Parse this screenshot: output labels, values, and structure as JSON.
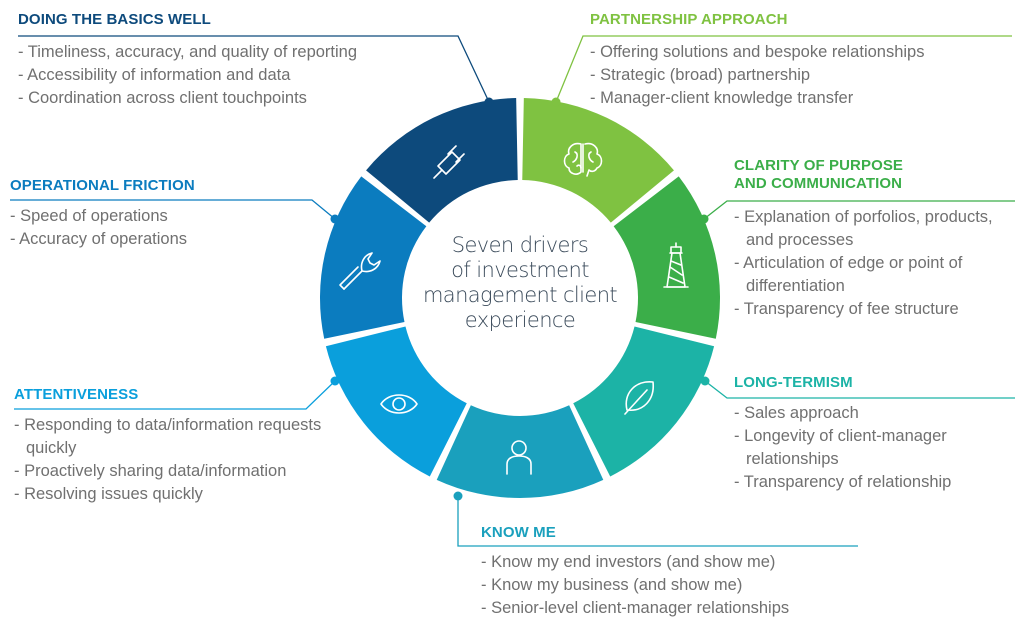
{
  "center": {
    "lines": [
      "Seven drivers",
      "of investment",
      "management client",
      "experience"
    ]
  },
  "colors": {
    "basics": "#0d4a7c",
    "partnership": "#7fc241",
    "clarity": "#3bae49",
    "long_termism": "#1cb3a6",
    "know_me": "#1aa0bd",
    "attentiveness": "#0a9fdc",
    "friction": "#0b7cbf",
    "text_gray": "#707070"
  },
  "drivers": {
    "basics": {
      "title": "DOING THE BASICS WELL",
      "icon": "plug-icon",
      "items": [
        "- Timeliness, accuracy, and quality of reporting",
        "- Accessibility of information and data",
        "- Coordination across client touchpoints"
      ]
    },
    "partnership": {
      "title": "PARTNERSHIP APPROACH",
      "icon": "brain-icon",
      "items": [
        "- Offering solutions and bespoke relationships",
        "- Strategic (broad) partnership",
        "- Manager-client knowledge transfer"
      ]
    },
    "clarity": {
      "title_line1": "CLARITY OF PURPOSE",
      "title_line2": "AND COMMUNICATION",
      "icon": "lighthouse-icon",
      "items": [
        "- Explanation of porfolios, products, and processes",
        "- Articulation of edge or point of differentiation",
        "- Transparency of fee structure"
      ]
    },
    "long_termism": {
      "title": "LONG-TERMISM",
      "icon": "leaf-icon",
      "items": [
        "- Sales approach",
        "- Longevity of client-manager relationships",
        "- Transparency of relationship"
      ]
    },
    "know_me": {
      "title": "KNOW ME",
      "icon": "person-icon",
      "items": [
        "- Know my end investors (and show me)",
        "- Know my business (and show me)",
        "- Senior-level client-manager relationships"
      ]
    },
    "attentiveness": {
      "title": "ATTENTIVENESS",
      "icon": "eye-icon",
      "items": [
        "- Responding to data/information requests quickly",
        "- Proactively sharing data/information",
        "- Resolving issues quickly"
      ]
    },
    "friction": {
      "title": "OPERATIONAL FRICTION",
      "icon": "wrench-icon",
      "items": [
        "- Speed of operations",
        "- Accuracy of operations"
      ]
    }
  }
}
